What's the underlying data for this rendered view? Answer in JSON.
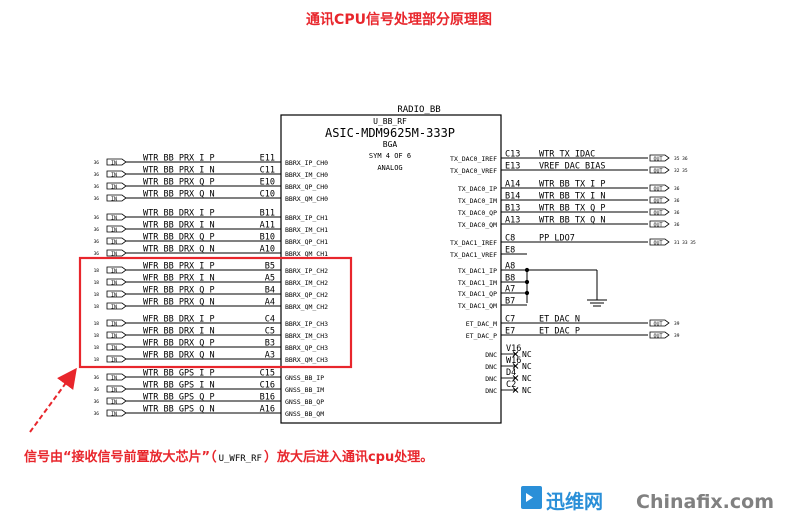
{
  "title": "通讯CPU信号处理部分原理图",
  "chip": {
    "block_label": "RADIO_BB",
    "ref": "U_BB_RF",
    "part": "ASIC-MDM9625M-333P",
    "package": "BGA",
    "sym": "SYM 4 OF 6",
    "type": "ANALOG"
  },
  "left_pins": [
    {
      "net": "WTR_BB_PRX_I_P",
      "ball": "E11",
      "func": "BBRX_IP_CH0"
    },
    {
      "net": "WTR_BB_PRX_I_N",
      "ball": "C11",
      "func": "BBRX_IM_CH0"
    },
    {
      "net": "WTR_BB_PRX_Q_P",
      "ball": "E10",
      "func": "BBRX_QP_CH0"
    },
    {
      "net": "WTR_BB_PRX_Q_N",
      "ball": "C10",
      "func": "BBRX_QM_CH0"
    },
    {
      "net": "WTR_BB_DRX_I_P",
      "ball": "B11",
      "func": "BBRX_IP_CH1"
    },
    {
      "net": "WTR_BB_DRX_I_N",
      "ball": "A11",
      "func": "BBRX_IM_CH1"
    },
    {
      "net": "WTR_BB_DRX_Q_P",
      "ball": "B10",
      "func": "BBRX_QP_CH1"
    },
    {
      "net": "WTR_BB_DRX_Q_N",
      "ball": "A10",
      "func": "BBRX_QM_CH1"
    },
    {
      "net": "WFR_BB_PRX_I_P",
      "ball": "B5",
      "func": "BBRX_IP_CH2"
    },
    {
      "net": "WFR_BB_PRX_I_N",
      "ball": "A5",
      "func": "BBRX_IM_CH2"
    },
    {
      "net": "WFR_BB_PRX_Q_P",
      "ball": "B4",
      "func": "BBRX_QP_CH2"
    },
    {
      "net": "WFR_BB_PRX_Q_N",
      "ball": "A4",
      "func": "BBRX_QM_CH2"
    },
    {
      "net": "WFR_BB_DRX_I_P",
      "ball": "C4",
      "func": "BBRX_IP_CH3"
    },
    {
      "net": "WFR_BB_DRX_I_N",
      "ball": "C5",
      "func": "BBRX_IM_CH3"
    },
    {
      "net": "WFR_BB_DRX_Q_P",
      "ball": "B3",
      "func": "BBRX_QP_CH3"
    },
    {
      "net": "WFR_BB_DRX_Q_N",
      "ball": "A3",
      "func": "BBRX_QM_CH3"
    },
    {
      "net": "WTR_BB_GPS_I_P",
      "ball": "C15",
      "func": "GNSS_BB_IP"
    },
    {
      "net": "WTR_BB_GPS_I_N",
      "ball": "C16",
      "func": "GNSS_BB_IM"
    },
    {
      "net": "WTR_BB_GPS_Q_P",
      "ball": "B16",
      "func": "GNSS_BB_QP"
    },
    {
      "net": "WTR_BB_GPS_Q_N",
      "ball": "A16",
      "func": "GNSS_BB_QM"
    }
  ],
  "left_page_refs": [
    "36",
    "36",
    "36",
    "36",
    "36",
    "36",
    "36",
    "36",
    "18",
    "18",
    "18",
    "18",
    "18",
    "18",
    "18",
    "18",
    "36",
    "36",
    "36",
    "36"
  ],
  "right_pins": [
    {
      "func": "TX_DAC0_IREF",
      "ball": "C13",
      "net": "WTR_TX_IDAC",
      "ref": "35 36"
    },
    {
      "func": "TX_DAC0_VREF",
      "ball": "E13",
      "net": "VREF_DAC_BIAS",
      "ref": "32 35"
    },
    {
      "func": "TX_DAC0_IP",
      "ball": "A14",
      "net": "WTR_BB_TX_I_P",
      "ref": "36"
    },
    {
      "func": "TX_DAC0_IM",
      "ball": "B14",
      "net": "WTR_BB_TX_I_N",
      "ref": "36"
    },
    {
      "func": "TX_DAC0_QP",
      "ball": "B13",
      "net": "WTR_BB_TX_Q_P",
      "ref": "36"
    },
    {
      "func": "TX_DAC0_QM",
      "ball": "A13",
      "net": "WTR_BB_TX_Q_N",
      "ref": "36"
    },
    {
      "func": "TX_DAC1_IREF",
      "ball": "C8",
      "net": "PP_LDO7",
      "ref": "31 33 35"
    },
    {
      "func": "TX_DAC1_VREF",
      "ball": "E8",
      "net": "",
      "ref": ""
    },
    {
      "func": "TX_DAC1_IP",
      "ball": "A8",
      "net": "",
      "ref": ""
    },
    {
      "func": "TX_DAC1_IM",
      "ball": "B8",
      "net": "",
      "ref": ""
    },
    {
      "func": "TX_DAC1_QP",
      "ball": "A7",
      "net": "",
      "ref": ""
    },
    {
      "func": "TX_DAC1_QM",
      "ball": "B7",
      "net": "",
      "ref": ""
    },
    {
      "func": "ET_DAC_M",
      "ball": "C7",
      "net": "ET_DAC_N",
      "ref": "39"
    },
    {
      "func": "ET_DAC_P",
      "ball": "E7",
      "net": "ET_DAC_P",
      "ref": "39"
    }
  ],
  "dnc_pins": [
    {
      "func": "DNC",
      "ball": "V16",
      "nc": "NC"
    },
    {
      "func": "DNC",
      "ball": "W16",
      "nc": "NC"
    },
    {
      "func": "DNC",
      "ball": "D4",
      "nc": "NC"
    },
    {
      "func": "DNC",
      "ball": "C2",
      "nc": "NC"
    }
  ],
  "annotation": {
    "part1": "信号由“接收信号前置放大芯片”（",
    "ref": "U_WFR_RF",
    "part2": "）放大后进入通讯cpu处理。"
  },
  "watermark": {
    "brand_cn": "迅维网",
    "brand_en": "Chinafix.com"
  },
  "colors": {
    "red": "#e8262c",
    "line": "#000000",
    "watermark_blue": "#2a8fd8"
  }
}
